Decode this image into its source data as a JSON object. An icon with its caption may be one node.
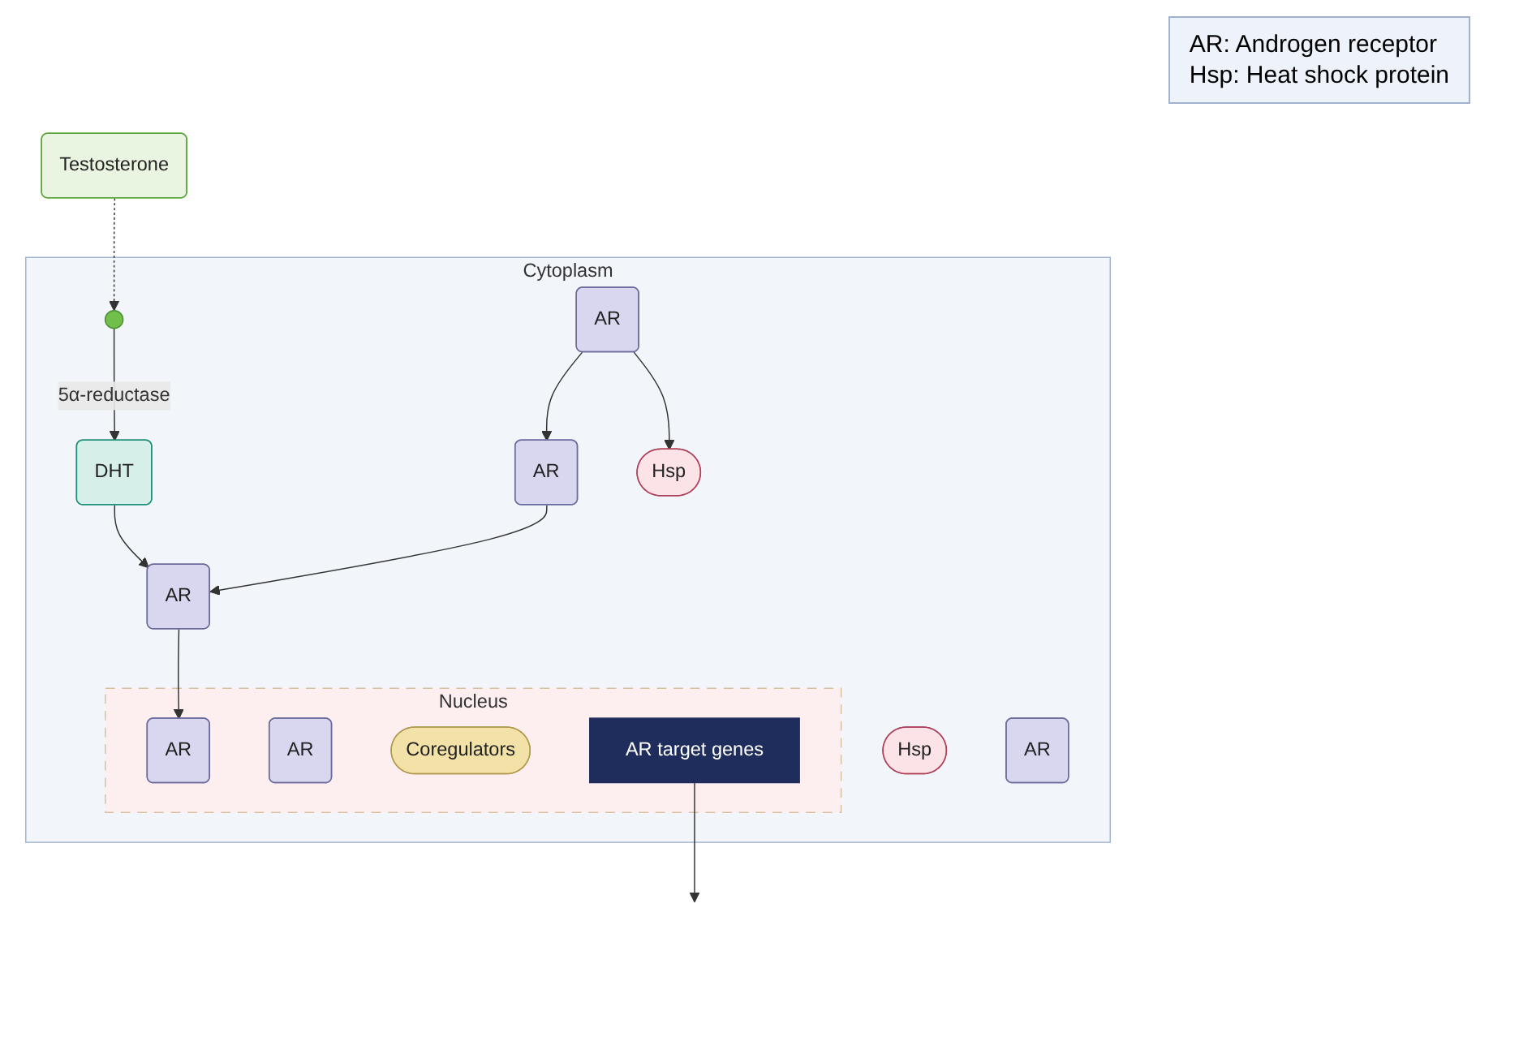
{
  "diagram": {
    "nodes": [
      {
        "text": [
          "Testosterone"
        ]
      },
      {
        "text": [
          "Cytoplasm"
        ]
      },
      {
        "text": [],
        "shape": "circle",
        "in": 1
      },
      {
        "text": [
          "DHT"
        ],
        "in": 1
      },
      {
        "text": [
          "Hsp"
        ],
        "in": 1
      },
      {
        "text": [
          "AR"
        ],
        "in": 1
      },
      {
        "text": [
          "AR"
        ],
        "in": 1
      },
      {
        "text": [
          "Hsp"
        ],
        "in": 1
      },
      {
        "text": [
          "AR"
        ],
        "in": 1
      },
      {
        "text": [
          "AR"
        ],
        "in": 1
      },
      {
        "text": [
          "Nucleus"
        ],
        "in": 1
      },
      {
        "text": [
          "AR"
        ],
        "in": 10
      },
      {
        "text": [
          "AR"
        ],
        "in": 10
      },
      {
        "text": [
          "Coregulators"
        ],
        "in": 10
      },
      {
        "text": [
          "AR target genes"
        ],
        "in": 10
      }
    ],
    "edges": [
      {
        "from": 0,
        "to": 2,
        "arrow": "to",
        "style": "dashed"
      },
      {
        "from": 2,
        "to": 3,
        "arrow": "to",
        "label": "5α-reductase"
      },
      {
        "from": 5,
        "to": 6,
        "arrow": "to"
      },
      {
        "from": 5,
        "to": 7,
        "arrow": "to"
      },
      {
        "from": 6,
        "to": 8,
        "arrow": "to"
      },
      {
        "from": 3,
        "to": 8,
        "arrow": "to"
      },
      {
        "from": 8,
        "to": 11,
        "arrow": "to"
      },
      {
        "from": 14,
        "to": null,
        "arrow": "to"
      }
    ],
    "labels": [
      "AR: Androgen receptor",
      "Hsp: Heat shock protein"
    ]
  }
}
